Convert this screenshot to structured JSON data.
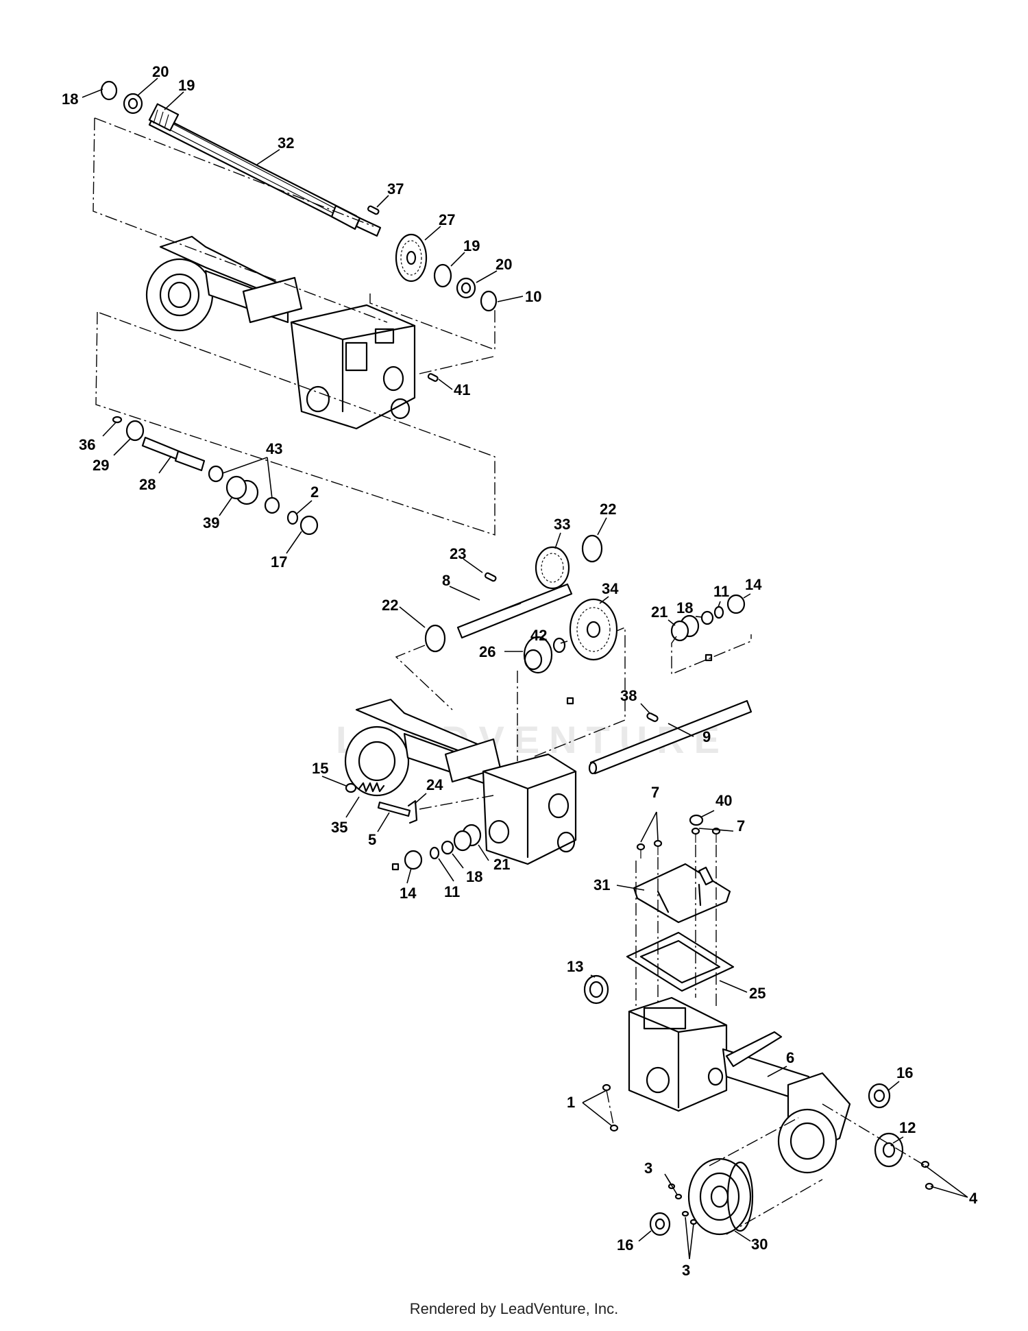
{
  "watermark": "LEADVENTURE",
  "footer": "Rendered by LeadVenture, Inc.",
  "callouts": [
    {
      "id": "c18a",
      "label": "18"
    },
    {
      "id": "c20a",
      "label": "20"
    },
    {
      "id": "c19a",
      "label": "19"
    },
    {
      "id": "c32",
      "label": "32"
    },
    {
      "id": "c37",
      "label": "37"
    },
    {
      "id": "c27",
      "label": "27"
    },
    {
      "id": "c19b",
      "label": "19"
    },
    {
      "id": "c20b",
      "label": "20"
    },
    {
      "id": "c10",
      "label": "10"
    },
    {
      "id": "c41",
      "label": "41"
    },
    {
      "id": "c36",
      "label": "36"
    },
    {
      "id": "c29",
      "label": "29"
    },
    {
      "id": "c28",
      "label": "28"
    },
    {
      "id": "c43",
      "label": "43"
    },
    {
      "id": "c39",
      "label": "39"
    },
    {
      "id": "c2",
      "label": "2"
    },
    {
      "id": "c17",
      "label": "17"
    },
    {
      "id": "c33",
      "label": "33"
    },
    {
      "id": "c22a",
      "label": "22"
    },
    {
      "id": "c23",
      "label": "23"
    },
    {
      "id": "c8",
      "label": "8"
    },
    {
      "id": "c34",
      "label": "34"
    },
    {
      "id": "c11a",
      "label": "11"
    },
    {
      "id": "c14a",
      "label": "14"
    },
    {
      "id": "c21a",
      "label": "21"
    },
    {
      "id": "c18b",
      "label": "18"
    },
    {
      "id": "c22b",
      "label": "22"
    },
    {
      "id": "c42",
      "label": "42"
    },
    {
      "id": "c26",
      "label": "26"
    },
    {
      "id": "c38",
      "label": "38"
    },
    {
      "id": "c9",
      "label": "9"
    },
    {
      "id": "c15",
      "label": "15"
    },
    {
      "id": "c24",
      "label": "24"
    },
    {
      "id": "c35",
      "label": "35"
    },
    {
      "id": "c5",
      "label": "5"
    },
    {
      "id": "c21b",
      "label": "21"
    },
    {
      "id": "c18c",
      "label": "18"
    },
    {
      "id": "c11b",
      "label": "11"
    },
    {
      "id": "c14b",
      "label": "14"
    },
    {
      "id": "c7a",
      "label": "7"
    },
    {
      "id": "c40",
      "label": "40"
    },
    {
      "id": "c7b",
      "label": "7"
    },
    {
      "id": "c31",
      "label": "31"
    },
    {
      "id": "c13",
      "label": "13"
    },
    {
      "id": "c25",
      "label": "25"
    },
    {
      "id": "c6",
      "label": "6"
    },
    {
      "id": "c16a",
      "label": "16"
    },
    {
      "id": "c1",
      "label": "1"
    },
    {
      "id": "c12",
      "label": "12"
    },
    {
      "id": "c4",
      "label": "4"
    },
    {
      "id": "c3a",
      "label": "3"
    },
    {
      "id": "c30",
      "label": "30"
    },
    {
      "id": "c16b",
      "label": "16"
    },
    {
      "id": "c3b",
      "label": "3"
    }
  ]
}
